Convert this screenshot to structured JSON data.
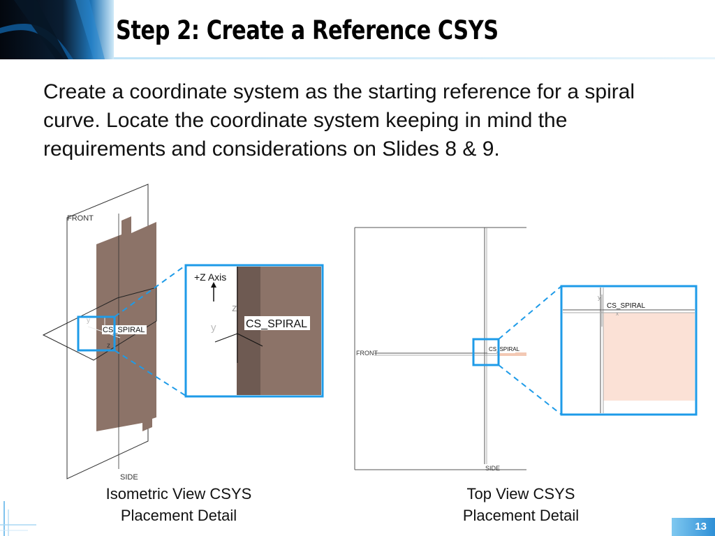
{
  "title": "Step 2: Create a Reference CSYS",
  "body_text": "Create a coordinate system as the starting reference for a spiral curve. Locate the coordinate system keeping in mind the requirements and considerations on Slides 8 & 9.",
  "iso_figure": {
    "front_label": "FRONT",
    "side_label": "SIDE",
    "csys_label": "CS_SPIRAL",
    "axis_z": "z",
    "axis_y": "y",
    "zoom_z_axis_label": "+Z Axis",
    "zoom_csys_label": "CS_SPIRAL",
    "zoom_axis_z": "z",
    "zoom_axis_y": "y"
  },
  "top_figure": {
    "front_label": "FRONT",
    "side_label": "SIDE",
    "csys_label": "CS_SPIRAL",
    "zoom_csys_label": "CS_SPIRAL",
    "zoom_axis_y": "y",
    "zoom_axis_x": "x"
  },
  "captions": {
    "iso_line1": "Isometric View CSYS",
    "iso_line2": "Placement Detail",
    "top_line1": "Top View CSYS",
    "top_line2": "Placement Detail"
  },
  "page_number": "13",
  "colors": {
    "accent_blue": "#1e9be8",
    "part_brown": "#8c7368",
    "part_dark": "#6e5a52",
    "part_highlight": "#fbe1d6"
  }
}
